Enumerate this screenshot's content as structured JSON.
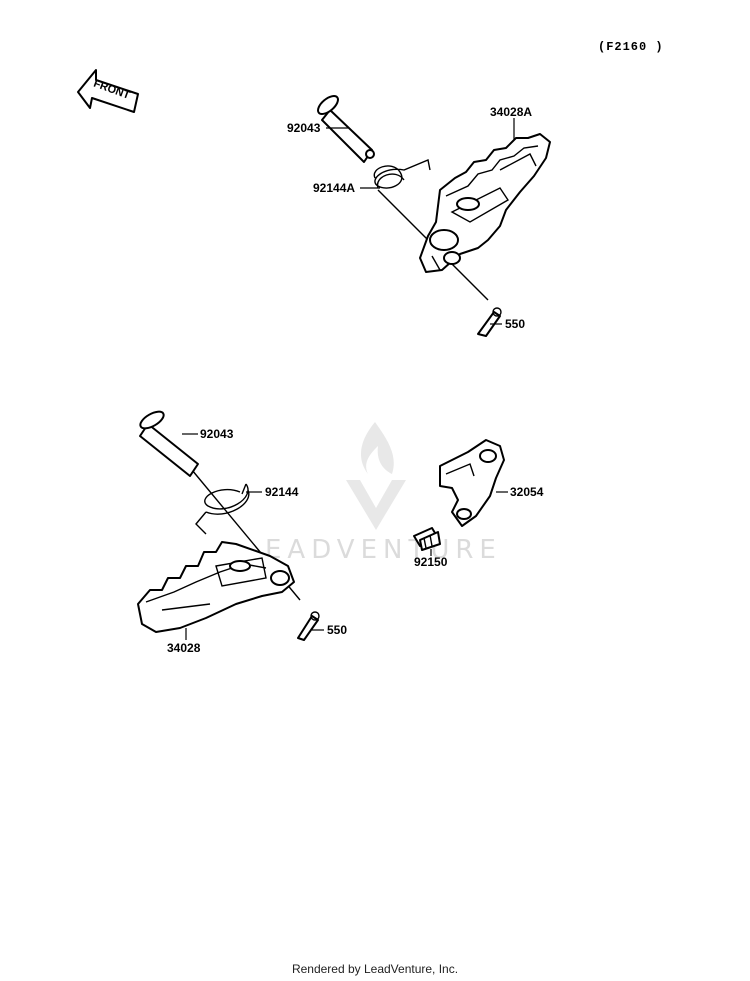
{
  "diagram_code": "(F2160 )",
  "front_arrow_label": "FRONT",
  "watermark": "EADVENTURE",
  "footer": "Rendered by LeadVenture, Inc.",
  "callouts": {
    "pin_upper": "92043",
    "footpeg_upper": "34028A",
    "spring_upper": "92144A",
    "cotter_upper": "550",
    "pin_lower": "92043",
    "spring_lower": "92144",
    "bracket": "32054",
    "bolt": "92150",
    "cotter_lower": "550",
    "footpeg_lower": "34028"
  },
  "icons": [
    "front-arrow-icon",
    "watermark-flame-icon"
  ]
}
